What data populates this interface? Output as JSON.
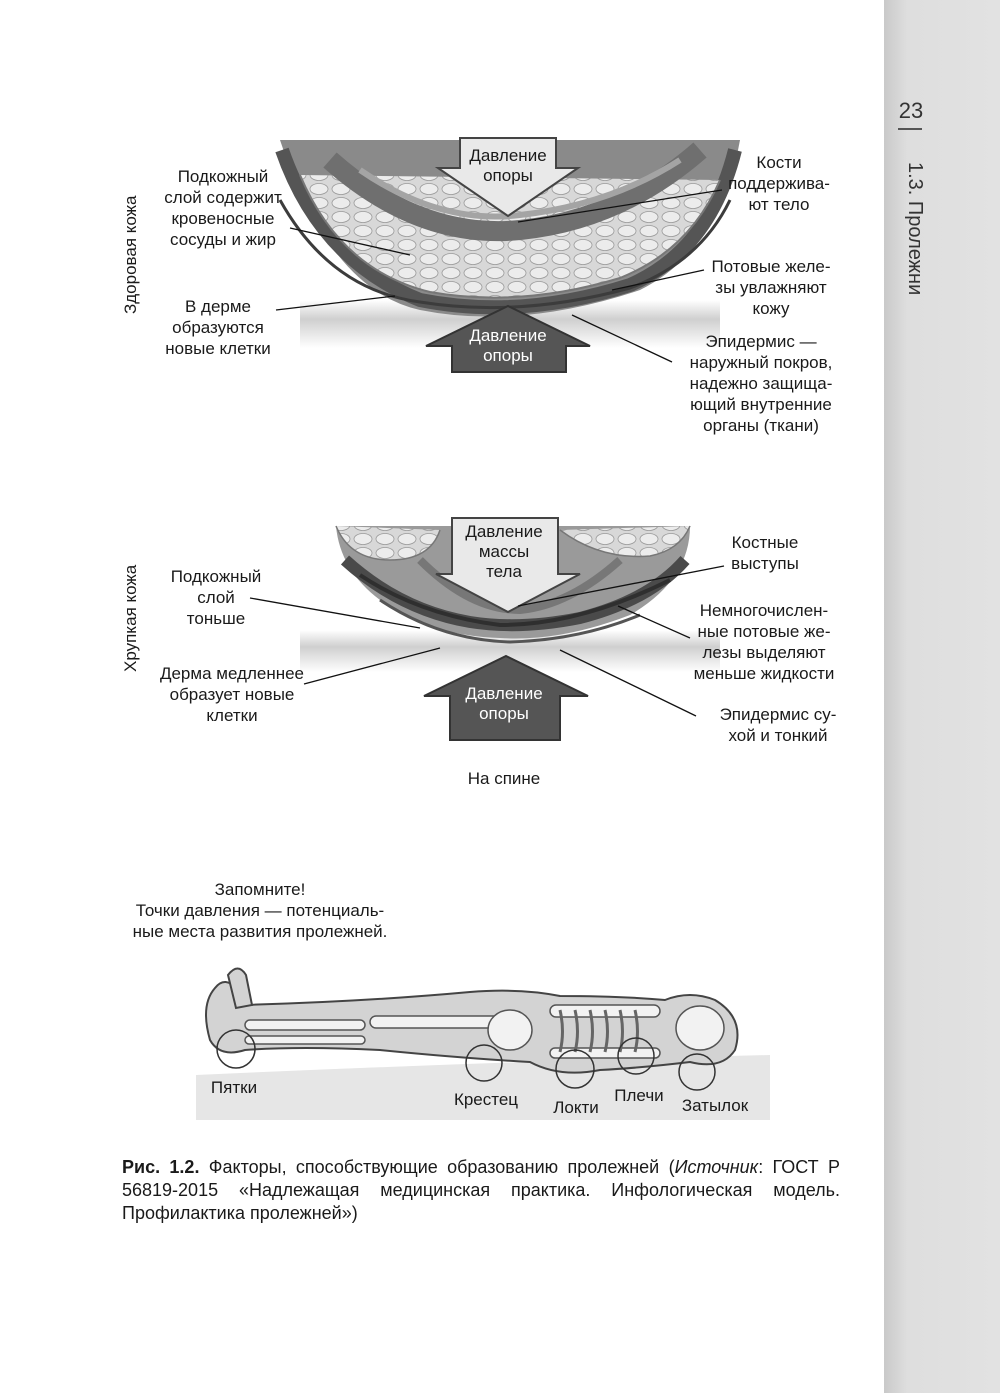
{
  "page": {
    "number": "23",
    "section": "1.3. Пролежни"
  },
  "healthy": {
    "side_label": "Здоровая кожа",
    "top_arrow": [
      "Давление",
      "опоры"
    ],
    "bottom_arrow": [
      "Давление",
      "опоры"
    ],
    "subcutaneous": [
      "Подкожный",
      "слой содержит",
      "кровеносные",
      "сосуды и жир"
    ],
    "dermis": [
      "В дерме",
      "образуются",
      "новые клетки"
    ],
    "bones": [
      "Кости",
      "поддержива-",
      "ют тело"
    ],
    "sweat": [
      "Потовые желе-",
      "зы увлажняют",
      "кожу"
    ],
    "epidermis": [
      "Эпидермис —",
      "наружный покров,",
      "надежно защища-",
      "ющий внутренние",
      "органы (ткани)"
    ]
  },
  "fragile": {
    "side_label": "Хрупкая кожа",
    "top_arrow": [
      "Давление",
      "массы",
      "тела"
    ],
    "bottom_arrow": [
      "Давление",
      "опоры"
    ],
    "subcutaneous": [
      "Подкожный",
      "слой",
      "тоньше"
    ],
    "dermis": [
      "Дерма медленнее",
      "образует новые",
      "клетки"
    ],
    "bones": [
      "Костные",
      "выступы"
    ],
    "sweat": [
      "Немногочислен-",
      "ные потовые же-",
      "лезы выделяют",
      "меньше жидкости"
    ],
    "epidermis": [
      "Эпидермис су-",
      "хой и тонкий"
    ]
  },
  "position_label": "На спине",
  "reminder": [
    "Запомните!",
    "Точки давления — потенциаль-",
    "ные места развития пролежней."
  ],
  "pressure_points": {
    "heels": "Пятки",
    "sacrum": "Крестец",
    "elbows": "Локти",
    "shoulders": "Плечи",
    "occiput": "Затылок"
  },
  "caption": {
    "label": "Рис. 1.2.",
    "text_before": " Факторы, способствующие образованию пролежней (",
    "source_word": "Источник",
    "text_after": ": ГОСТ Р 56819-2015 «Надлежащая медицинская практика. Инфологическая модель. Профилактика пролежней»)"
  }
}
